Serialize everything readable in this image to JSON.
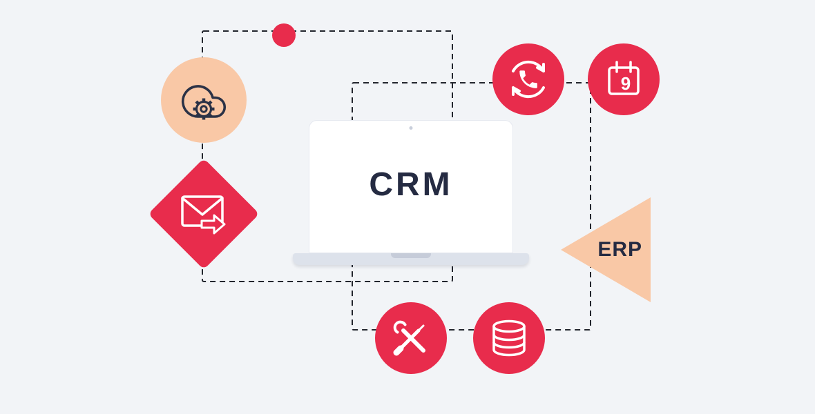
{
  "scene": {
    "description": "CRM integration concept diagram",
    "center_label": "CRM",
    "erp_label": "ERP",
    "calendar_day": "9",
    "colors": {
      "background": "#f2f4f7",
      "accent_red": "#e82c4c",
      "accent_peach": "#f9c8a6",
      "text_navy": "#252b42",
      "connector_line": "#22252d",
      "laptop_base": "#dde2eb",
      "screen_white": "#ffffff"
    },
    "icons": [
      "cloud-gear-icon",
      "email-forward-icon",
      "phone-sync-icon",
      "calendar-icon",
      "erp-arrow-shape",
      "tools-icon",
      "database-icon"
    ]
  }
}
